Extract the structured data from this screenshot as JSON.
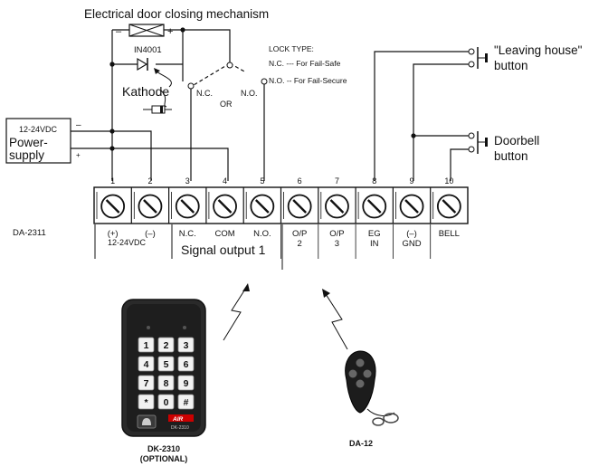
{
  "title": "Electrical door closing mechanism",
  "diode": {
    "label": "IN4001",
    "kathode": "Kathode",
    "minus": "–",
    "plus": "+"
  },
  "switch": {
    "nc": "N.C.",
    "no": "N.O.",
    "or": "OR"
  },
  "lock_type": {
    "heading": "LOCK TYPE:",
    "fail_safe": "N.C. --- For Fail-Safe",
    "fail_secure": "N.O. -- For Fail-Secure"
  },
  "power_supply": {
    "voltage": "12-24VDC",
    "line1": "Power-",
    "line2": "supply",
    "minus": "–",
    "plus": "+"
  },
  "buttons": {
    "leaving_line1": "\"Leaving house\"",
    "leaving_line2": "button",
    "doorbell_line1": "Doorbell",
    "doorbell_line2": "button"
  },
  "terminal_block": {
    "device": "DA-2311",
    "numbers": [
      "1",
      "2",
      "3",
      "4",
      "5",
      "6",
      "7",
      "8",
      "9",
      "10"
    ],
    "labels_top": [
      "(+)",
      "(–)",
      "N.C.",
      "COM",
      "N.O.",
      "O/P",
      "O/P",
      "EG",
      "(–)",
      "BELL"
    ],
    "labels_bottom": [
      "2",
      "3",
      "IN",
      "GND"
    ],
    "group_12v": "12-24VDC",
    "signal_output": "Signal output 1"
  },
  "keypad": {
    "keys": [
      "1",
      "2",
      "3",
      "4",
      "5",
      "6",
      "7",
      "8",
      "9",
      "*",
      "0",
      "#"
    ],
    "model": "DK-2310",
    "note": "(OPTIONAL)",
    "logo": "AIR",
    "badge": "DK-2310"
  },
  "remote": {
    "model": "DA-12"
  },
  "colors": {
    "ink": "#111111",
    "keypad_body": "#2a2a2a",
    "key_face": "#f2f2f2"
  }
}
